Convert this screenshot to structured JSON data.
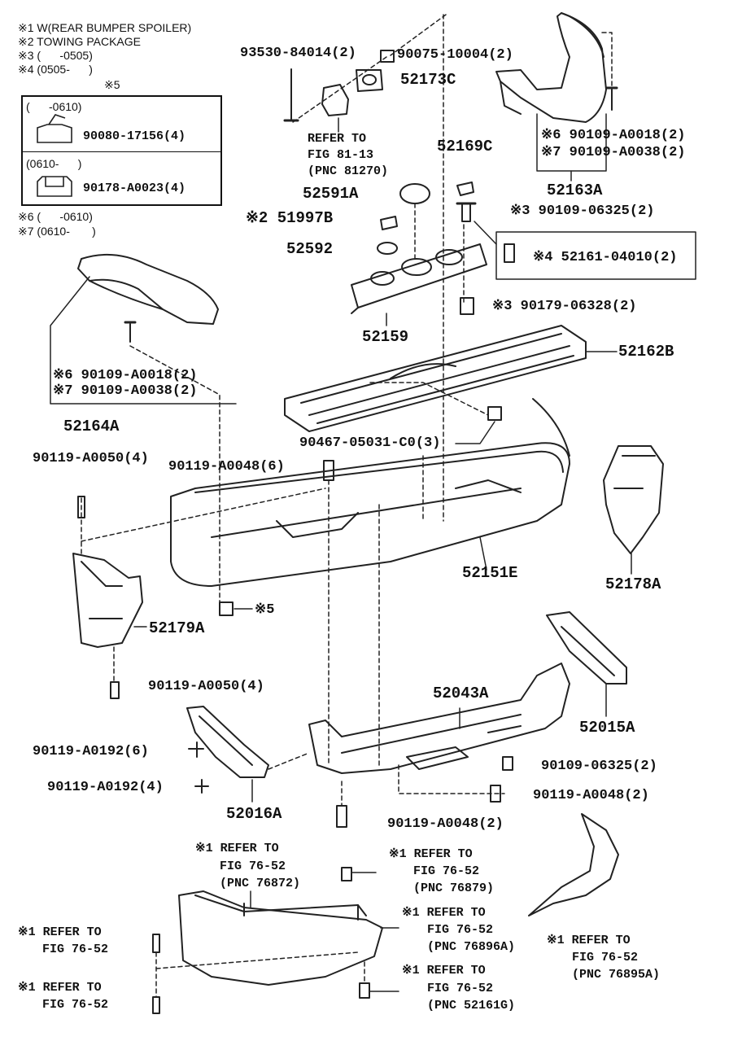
{
  "notes": [
    "※1 W(REAR BUMPER SPOILER)",
    "※2 TOWING PACKAGE",
    "※3 (      -0505)",
    "※4 (0505-      )"
  ],
  "note5": {
    "title": "※5",
    "row1_range": "(      -0610)",
    "row1_part": "90080-17156(4)",
    "row2_range": "(0610-      )",
    "row2_part": "90178-A0023(4)"
  },
  "notes_lower": [
    "※6 (      -0610)",
    "※7 (0610-       )"
  ],
  "labels": {
    "p93530": "93530-84014(2)",
    "p90075": "90075-10004(2)",
    "p52173c": "52173C",
    "refer81_1": "REFER TO",
    "refer81_2": "FIG 81-13",
    "refer81_3": "(PNC 81270)",
    "p52169c": "52169C",
    "p52591a": "52591A",
    "p51997b": "※2 51997B",
    "p52592": "52592",
    "p52159": "52159",
    "p52163a_bolt6": "※6 90109-A0018(2)",
    "p52163a_bolt7": "※7 90109-A0038(2)",
    "p52163a": "52163A",
    "p90109_06325_top": "※3 90109-06325(2)",
    "p52161": "※4 52161-04010(2)",
    "p90179": "※3 90179-06328(2)",
    "p52162b": "52162B",
    "p52164a_bolt6": "※6 90109-A0018(2)",
    "p52164a_bolt7": "※7 90109-A0038(2)",
    "p52164a": "52164A",
    "p90467": "90467-05031-C0(3)",
    "p90119_a0050_top": "90119-A0050(4)",
    "p90119_a0048_6": "90119-A0048(6)",
    "p52151e": "52151E",
    "p52178a": "52178A",
    "p_note5_ref": "※5",
    "p52179a": "52179A",
    "p90119_a0050_bot": "90119-A0050(4)",
    "p52043a": "52043A",
    "p52015a": "52015A",
    "p90119_a0192_6": "90119-A0192(6)",
    "p90109_06325_bot": "90109-06325(2)",
    "p90119_a0048_2r": "90119-A0048(2)",
    "p90119_a0192_4": "90119-A0192(4)",
    "p52016a": "52016A",
    "p90119_a0048_2b": "90119-A0048(2)",
    "ref76872_1": "※1 REFER TO",
    "ref76872_2": "FIG 76-52",
    "ref76872_3": "(PNC 76872)",
    "ref76879_1": "※1 REFER TO",
    "ref76879_2": "FIG 76-52",
    "ref76879_3": "(PNC 76879)",
    "ref76896_1": "※1 REFER TO",
    "ref76896_2": "FIG 76-52",
    "ref76896_3": "(PNC 76896A)",
    "ref52161g_1": "※1 REFER TO",
    "ref52161g_2": "FIG 76-52",
    "ref52161g_3": "(PNC 52161G)",
    "ref76895_1": "※1 REFER TO",
    "ref76895_2": "FIG 76-52",
    "ref76895_3": "(PNC 76895A)",
    "refL1_1": "※1 REFER TO",
    "refL1_2": "FIG 76-52",
    "refL2_1": "※1 REFER TO",
    "refL2_2": "FIG 76-52"
  }
}
